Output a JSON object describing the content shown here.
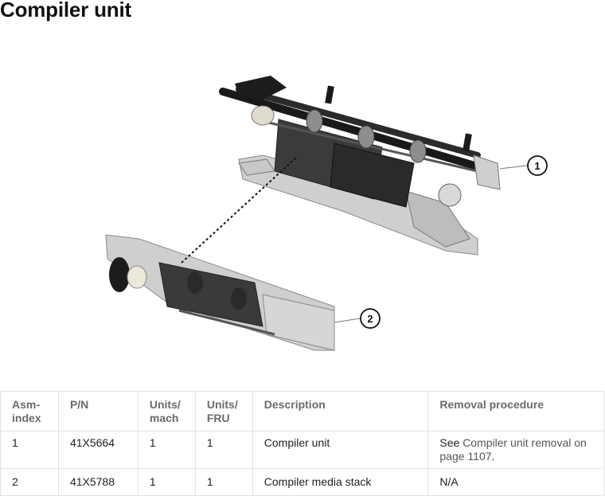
{
  "title": "Compiler unit",
  "callouts": [
    "1",
    "2"
  ],
  "table": {
    "headers": {
      "asm_index": "Asm-\nindex",
      "pn": "P/N",
      "units_mach": "Units/\nmach",
      "units_fru": "Units/\nFRU",
      "description": "Description",
      "removal": "Removal procedure"
    },
    "rows": [
      {
        "asm_index": "1",
        "pn": "41X5664",
        "units_mach": "1",
        "units_fru": "1",
        "description": "Compiler unit",
        "removal_prefix": "See ",
        "removal_link": "Compiler unit removal on page 1107",
        "removal_suffix": "."
      },
      {
        "asm_index": "2",
        "pn": "41X5788",
        "units_mach": "1",
        "units_fru": "1",
        "description": "Compiler media stack",
        "removal_prefix": "N/A",
        "removal_link": "",
        "removal_suffix": ""
      }
    ]
  }
}
